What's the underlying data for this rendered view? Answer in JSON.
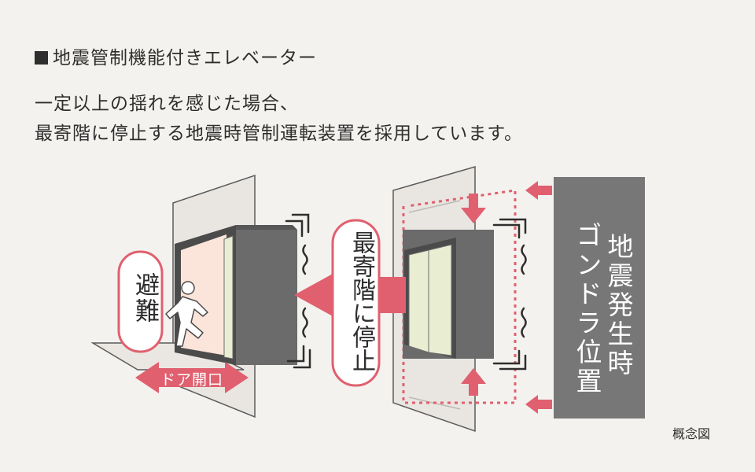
{
  "heading": "地震管制機能付きエレベーター",
  "description": {
    "line1": "一定以上の揺れを感じた場合、",
    "line2": "最寄階に停止する地震時管制運転装置を採用しています。"
  },
  "labels": {
    "evacuate": "避難",
    "stop_nearest_floor": "最寄階に停止",
    "door_open": "ドア開口",
    "earthquake_col1": "地震発生時",
    "earthquake_col2": "ゴンドラ位置"
  },
  "note": "概念図",
  "colors": {
    "accent_pink": "#e0606f",
    "pink_light": "#f1a2ab",
    "gray_dark": "#6b6b6b",
    "gray_mid": "#777777",
    "door_green": "#e9edd2",
    "interior_glow": "#fbe4da",
    "background": "#f4f2ee"
  }
}
